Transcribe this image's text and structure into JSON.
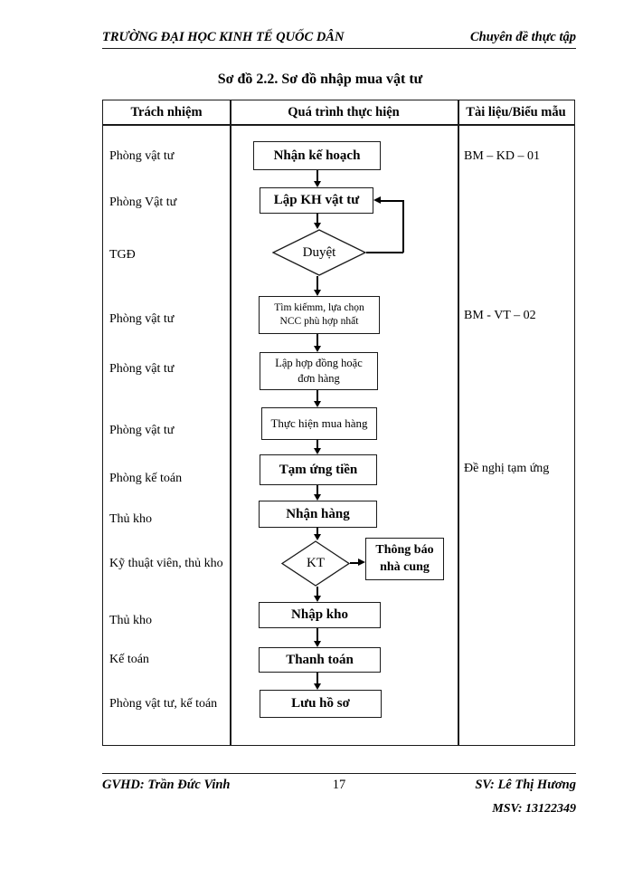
{
  "header": {
    "left": "TRƯỜNG ĐẠI HỌC KINH TẾ QUỐC DÂN",
    "right": "Chuyên đề thực tập"
  },
  "title": "Sơ đồ 2.2. Sơ đồ nhập mua vật tư",
  "table": {
    "col_responsibility": "Trách nhiệm",
    "col_process": "Quá trình thực hiện",
    "col_documents": "Tài liệu/Biểu mẫu",
    "responsibilities": [
      "Phòng vật tư",
      "Phòng Vật tư",
      "TGĐ",
      "Phòng vật tư",
      "Phòng vật tư",
      "Phòng vật tư",
      "Phòng kế toán",
      "Thủ kho",
      "Kỹ thuật viên, thủ kho",
      "Thủ kho",
      "Kế toán",
      "Phòng vật tư, kế toán"
    ],
    "documents": {
      "bm_kd": "BM – KD – 01",
      "bm_vt": "BM - VT – 02",
      "de_nghi": "Đề nghị tạm ứng"
    }
  },
  "flowchart": {
    "nhan_ke_hoach": "Nhận kế hoạch",
    "lap_kh_vat_tu": "Lập KH vật tư",
    "duyet": "Duyệt",
    "tim_kiem_1": "Tìm kiếmm, lựa chọn",
    "tim_kiem_2": "NCC phù hợp nhất",
    "lap_hop_dong_1": "Lập hợp đồng hoặc",
    "lap_hop_dong_2": "đơn hàng",
    "thuc_hien_mua_hang": "Thực hiện mua hàng",
    "tam_ung_tien": "Tạm ứng tiền",
    "nhan_hang": "Nhận hàng",
    "kt": "KT",
    "thong_bao_1": "Thông báo",
    "thong_bao_2": "nhà cung",
    "nhap_kho": "Nhập kho",
    "thanh_toan": "Thanh toán",
    "luu_ho_so": "Lưu hồ sơ"
  },
  "footer": {
    "gvhd": "GVHD: Trần Đức Vinh",
    "page_number": "17",
    "sv": "SV: Lê Thị Hương",
    "msv": "MSV: 13122349"
  }
}
